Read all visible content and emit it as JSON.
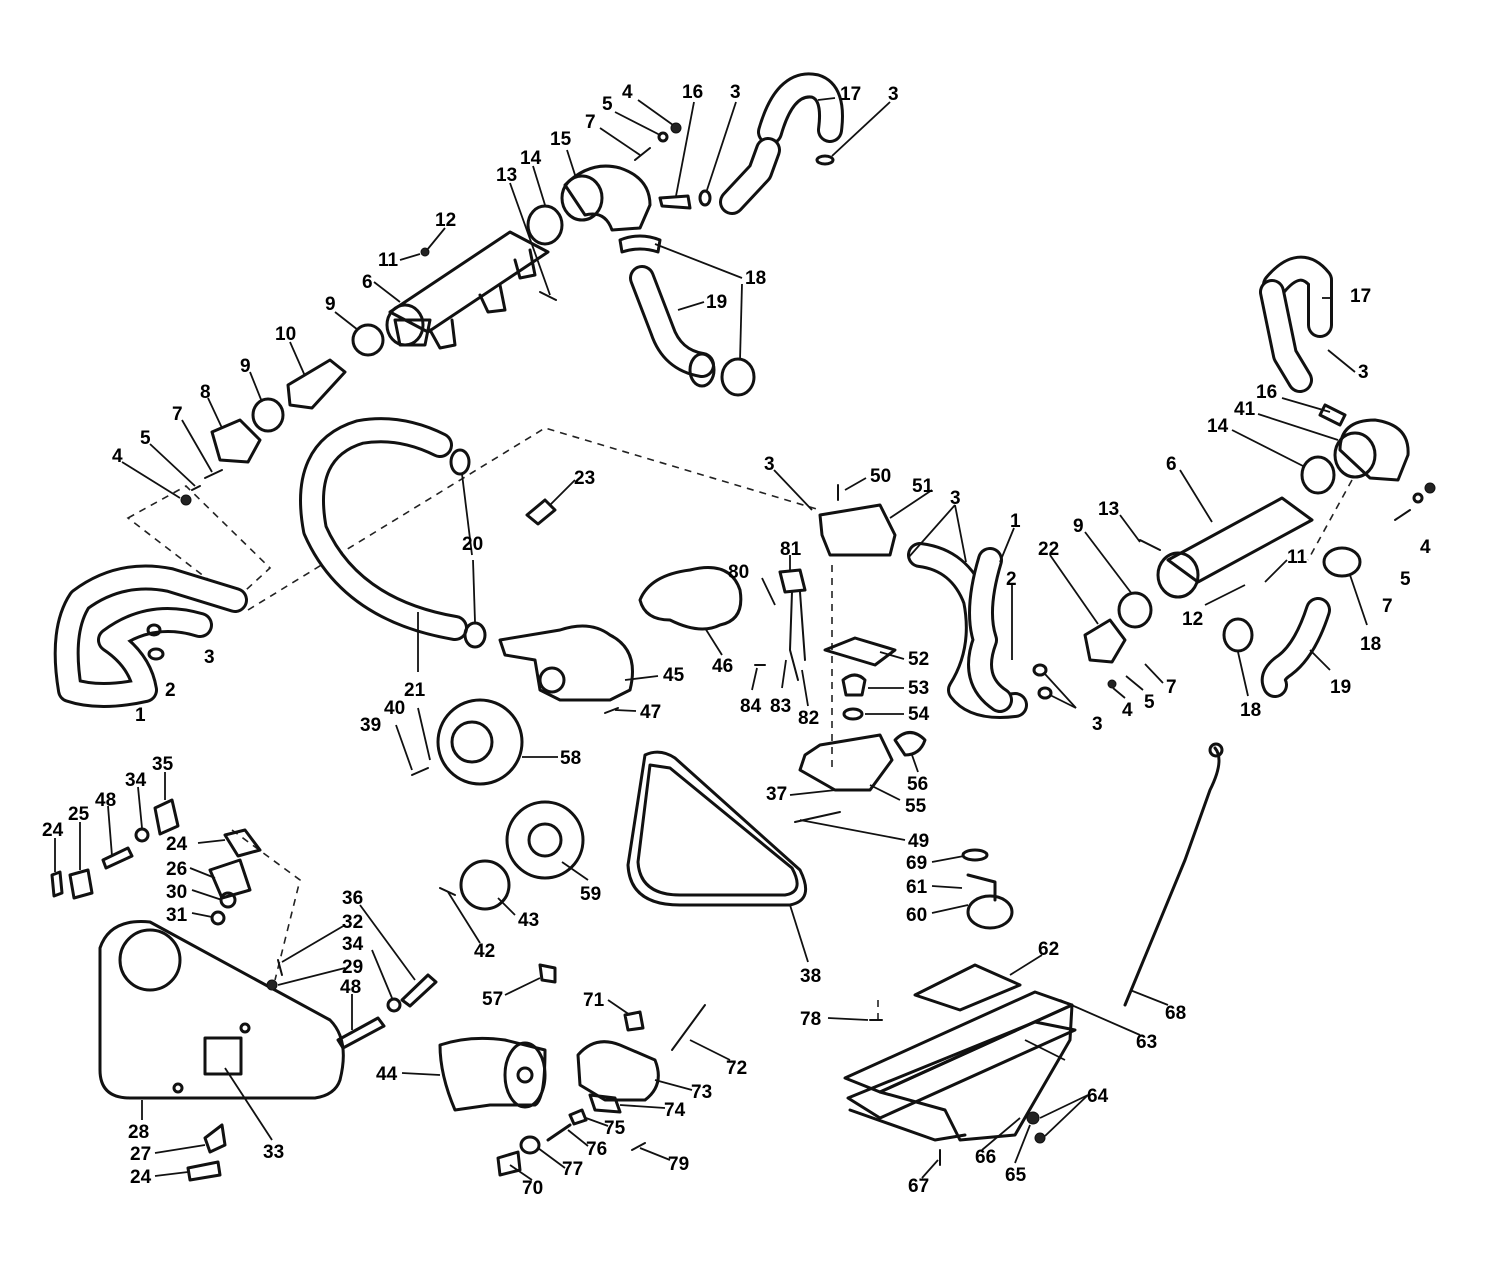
{
  "callouts": [
    {
      "text": "4"
    },
    {
      "text": "5"
    },
    {
      "text": "16"
    },
    {
      "text": "3"
    },
    {
      "text": "17"
    },
    {
      "text": "3"
    },
    {
      "text": "7"
    },
    {
      "text": "15"
    },
    {
      "text": "14"
    },
    {
      "text": "13"
    },
    {
      "text": "12"
    },
    {
      "text": "11"
    },
    {
      "text": "6"
    },
    {
      "text": "18"
    },
    {
      "text": "19"
    },
    {
      "text": "9"
    },
    {
      "text": "10"
    },
    {
      "text": "9"
    },
    {
      "text": "8"
    },
    {
      "text": "7"
    },
    {
      "text": "5"
    },
    {
      "text": "4"
    },
    {
      "text": "17"
    },
    {
      "text": "3"
    },
    {
      "text": "16"
    },
    {
      "text": "41"
    },
    {
      "text": "14"
    },
    {
      "text": "6"
    },
    {
      "text": "23"
    },
    {
      "text": "3"
    },
    {
      "text": "50"
    },
    {
      "text": "51"
    },
    {
      "text": "3"
    },
    {
      "text": "1"
    },
    {
      "text": "2"
    },
    {
      "text": "13"
    },
    {
      "text": "9"
    },
    {
      "text": "22"
    },
    {
      "text": "11"
    },
    {
      "text": "12"
    },
    {
      "text": "4"
    },
    {
      "text": "5"
    },
    {
      "text": "7"
    },
    {
      "text": "18"
    },
    {
      "text": "18"
    },
    {
      "text": "19"
    },
    {
      "text": "20"
    },
    {
      "text": "81"
    },
    {
      "text": "80"
    },
    {
      "text": "46"
    },
    {
      "text": "3"
    },
    {
      "text": "2"
    },
    {
      "text": "1"
    },
    {
      "text": "21"
    },
    {
      "text": "45"
    },
    {
      "text": "47"
    },
    {
      "text": "52"
    },
    {
      "text": "53"
    },
    {
      "text": "54"
    },
    {
      "text": "84"
    },
    {
      "text": "83"
    },
    {
      "text": "82"
    },
    {
      "text": "4"
    },
    {
      "text": "5"
    },
    {
      "text": "7"
    },
    {
      "text": "3"
    },
    {
      "text": "40"
    },
    {
      "text": "39"
    },
    {
      "text": "58"
    },
    {
      "text": "56"
    },
    {
      "text": "35"
    },
    {
      "text": "34"
    },
    {
      "text": "48"
    },
    {
      "text": "25"
    },
    {
      "text": "24"
    },
    {
      "text": "24"
    },
    {
      "text": "26"
    },
    {
      "text": "30"
    },
    {
      "text": "31"
    },
    {
      "text": "37"
    },
    {
      "text": "55"
    },
    {
      "text": "49"
    },
    {
      "text": "59"
    },
    {
      "text": "43"
    },
    {
      "text": "42"
    },
    {
      "text": "69"
    },
    {
      "text": "61"
    },
    {
      "text": "60"
    },
    {
      "text": "38"
    },
    {
      "text": "36"
    },
    {
      "text": "32"
    },
    {
      "text": "34"
    },
    {
      "text": "29"
    },
    {
      "text": "48"
    },
    {
      "text": "57"
    },
    {
      "text": "62"
    },
    {
      "text": "71"
    },
    {
      "text": "78"
    },
    {
      "text": "68"
    },
    {
      "text": "63"
    },
    {
      "text": "72"
    },
    {
      "text": "44"
    },
    {
      "text": "73"
    },
    {
      "text": "74"
    },
    {
      "text": "64"
    },
    {
      "text": "28"
    },
    {
      "text": "75"
    },
    {
      "text": "76"
    },
    {
      "text": "27"
    },
    {
      "text": "33"
    },
    {
      "text": "79"
    },
    {
      "text": "77"
    },
    {
      "text": "66"
    },
    {
      "text": "24"
    },
    {
      "text": "70"
    },
    {
      "text": "65"
    },
    {
      "text": "67"
    }
  ]
}
